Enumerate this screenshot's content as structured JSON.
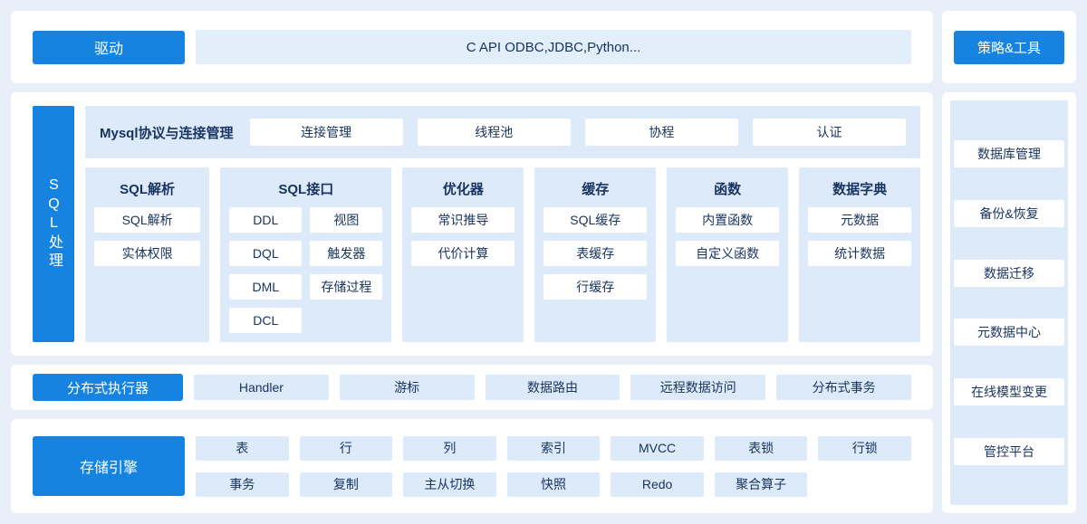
{
  "colors": {
    "accent": "#1583df",
    "panel_light": "#ddeafa",
    "text": "#17335f",
    "background": "#e9eff9"
  },
  "driver": {
    "label": "驱动",
    "apis": "C API ODBC,JDBC,Python..."
  },
  "sql": {
    "label": "SQL处理",
    "protocol": {
      "title": "Mysql协议与连接管理",
      "items": [
        "连接管理",
        "线程池",
        "协程",
        "认证"
      ]
    },
    "columns": [
      {
        "title": "SQL解析",
        "items": [
          "SQL解析",
          "实体权限"
        ]
      },
      {
        "title": "SQL接口",
        "items": [
          "DDL",
          "视图",
          "DQL",
          "触发器",
          "DML",
          "存储过程",
          "DCL"
        ]
      },
      {
        "title": "优化器",
        "items": [
          "常识推导",
          "代价计算"
        ]
      },
      {
        "title": "缓存",
        "items": [
          "SQL缓存",
          "表缓存",
          "行缓存"
        ]
      },
      {
        "title": "函数",
        "items": [
          "内置函数",
          "自定义函数"
        ]
      },
      {
        "title": "数据字典",
        "items": [
          "元数据",
          "统计数据"
        ]
      }
    ]
  },
  "executor": {
    "label": "分布式执行器",
    "items": [
      "Handler",
      "游标",
      "数据路由",
      "远程数据访问",
      "分布式事务"
    ]
  },
  "storage": {
    "label": "存储引擎",
    "row1": [
      "表",
      "行",
      "列",
      "索引",
      "MVCC",
      "表锁",
      "行锁"
    ],
    "row2": [
      "事务",
      "复制",
      "主从切换",
      "快照",
      "Redo",
      "聚合算子"
    ]
  },
  "tools": {
    "label": "策略&工具",
    "items": [
      "数据库管理",
      "备份&恢复",
      "数据迁移",
      "元数据中心",
      "在线模型变更",
      "管控平台"
    ]
  }
}
